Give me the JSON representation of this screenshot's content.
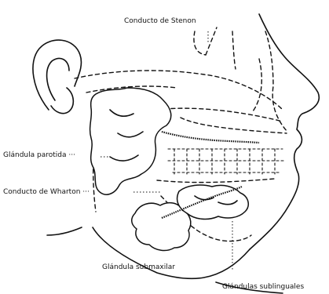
{
  "labels": {
    "stenon": "Conducto de Stenon",
    "parotida": "Glándula parotida ···",
    "wharton": "Conducto de Wharton ···",
    "submaxilar": "Glándula submaxilar",
    "sublinguales": "Glándulas sublinguales"
  }
}
